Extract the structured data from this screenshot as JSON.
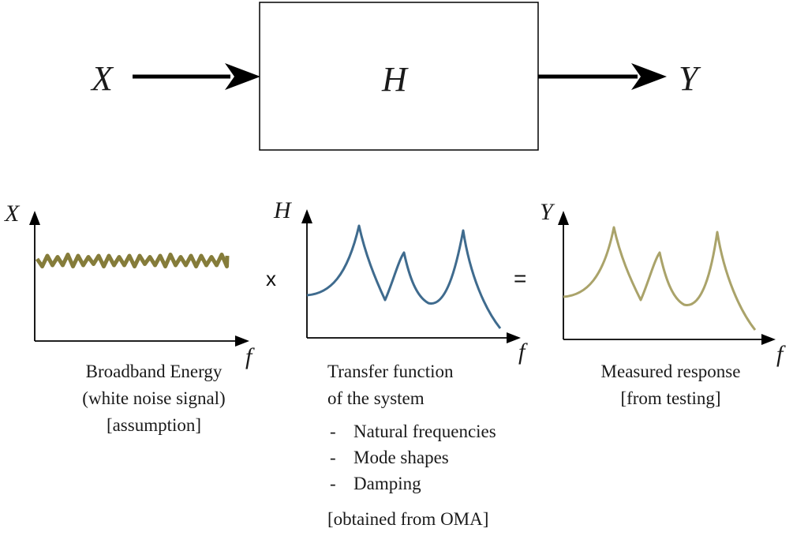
{
  "block": {
    "input_label": "X",
    "system_label": "H",
    "output_label": "Y"
  },
  "plots": {
    "input": {
      "y_label": "X",
      "x_label": "f"
    },
    "transfer": {
      "y_label": "H",
      "x_label": "f"
    },
    "response": {
      "y_label": "Y",
      "x_label": "f"
    }
  },
  "operators": {
    "multiply": "x",
    "equals": "="
  },
  "captions": {
    "input": [
      "Broadband Energy",
      "(white noise signal)",
      "[assumption]"
    ],
    "transfer": [
      "Transfer function",
      "of the system"
    ],
    "transfer_items": [
      "Natural frequencies",
      "Mode shapes",
      "Damping"
    ],
    "transfer_dash": "-",
    "transfer_note": "[obtained from OMA]",
    "response": [
      "Measured response",
      "[from testing]"
    ]
  },
  "colors": {
    "noise": "#857c3a",
    "transfer_curve": "#3f6b8e",
    "response_curve": "#aaa36a",
    "ink": "#000000"
  }
}
